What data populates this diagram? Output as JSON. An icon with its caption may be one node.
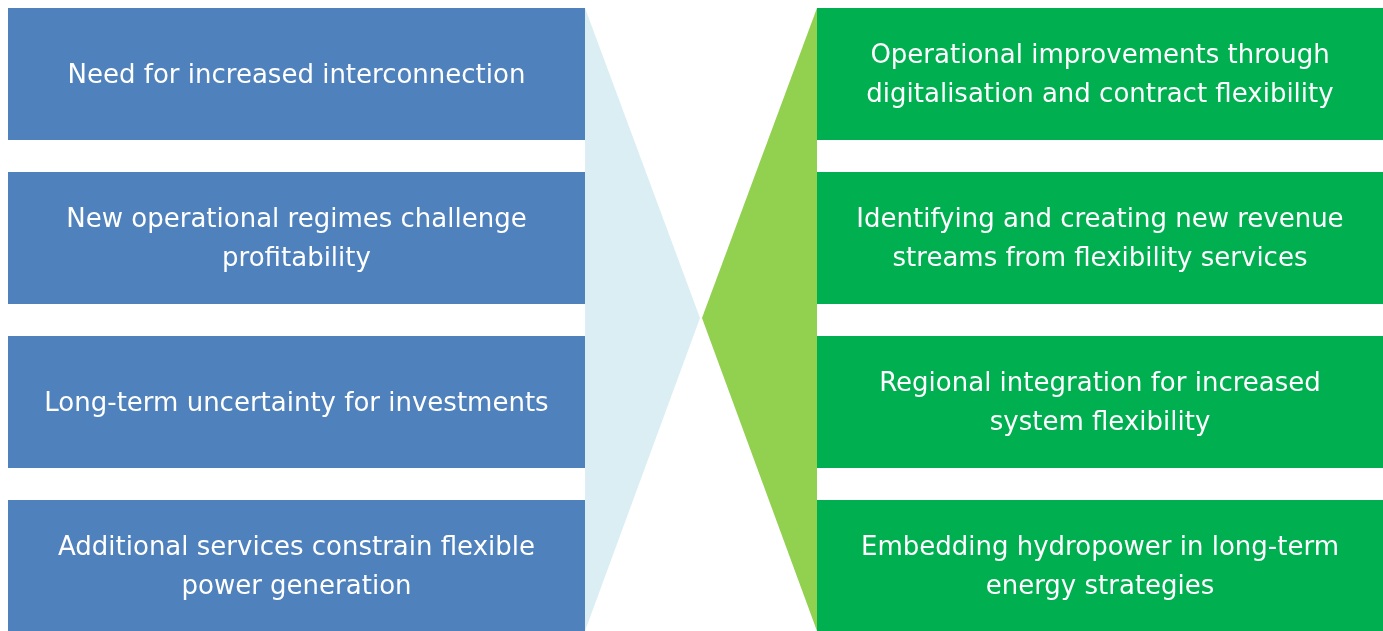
{
  "diagram": {
    "nodes": [
      {
        "text": [
          "Need for increased interconnection"
        ]
      },
      {
        "text": [
          "New operational regimes challenge profitability"
        ]
      },
      {
        "text": [
          "Long-term uncertainty for investments"
        ]
      },
      {
        "text": [
          "Additional services constrain flexible power generation"
        ]
      },
      {
        "text": [
          "Operational improvements through digitalisation and contract flexibility"
        ]
      },
      {
        "text": [
          "Identifying and creating new revenue streams from flexibility services"
        ]
      },
      {
        "text": [
          "Regional integration for increased system flexibility"
        ]
      },
      {
        "text": [
          "Embedding hydropower in long-term energy strategies"
        ]
      }
    ]
  }
}
